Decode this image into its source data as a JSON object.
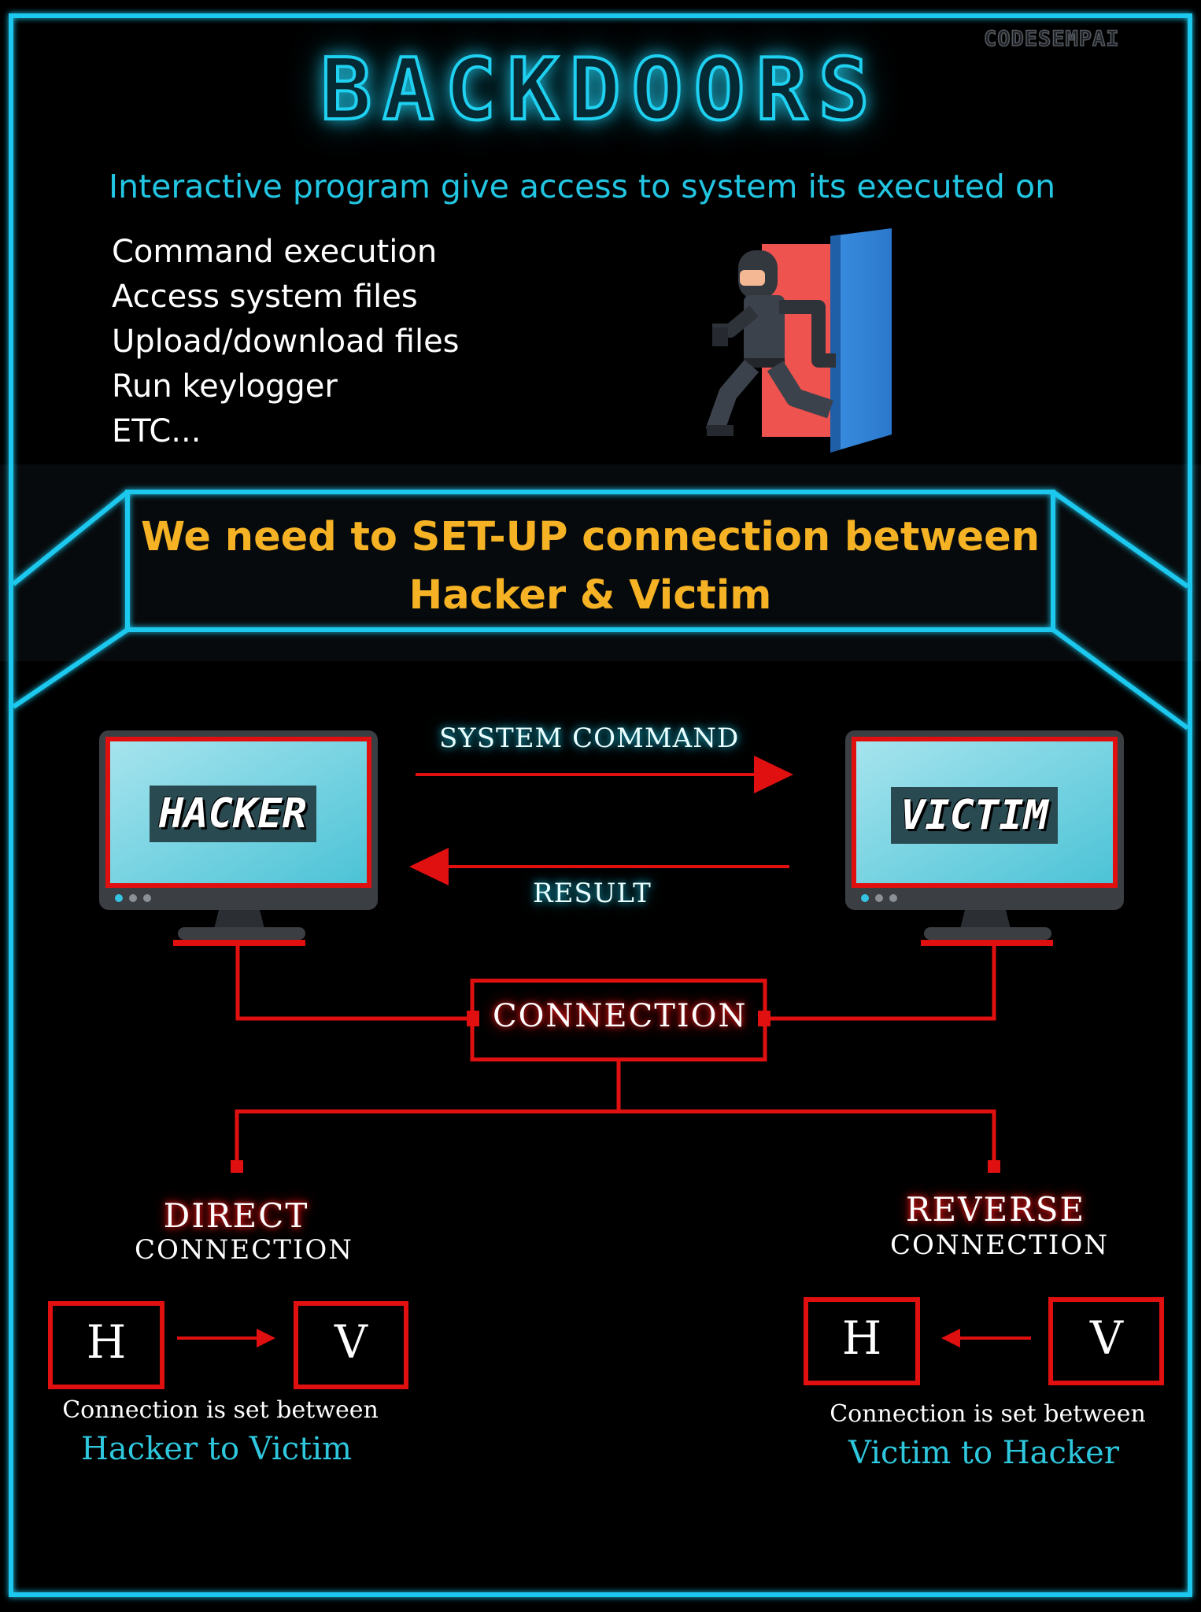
{
  "watermark": "CODESEMPAI",
  "title": "BACKDOORS",
  "subtitle": "Interactive program give access to system its executed on",
  "features": [
    "Command execution",
    "Access system files",
    "Upload/download files",
    "Run keylogger",
    "ETC..."
  ],
  "banner": {
    "line1": "We need to SET-UP connection between",
    "line2": "Hacker & Victim"
  },
  "diagram": {
    "hacker_label": "HACKER",
    "victim_label": "VICTIM",
    "command_label": "SYSTEM COMMAND",
    "result_label": "RESULT",
    "connection_label": "CONNECTION"
  },
  "direct": {
    "heading": "DIRECT",
    "subheading": "CONNECTION",
    "left_box": "H",
    "right_box": "V",
    "caption": "Connection is set between",
    "highlight": "Hacker to Victim"
  },
  "reverse": {
    "heading": "REVERSE",
    "subheading": "CONNECTION",
    "left_box": "H",
    "right_box": "V",
    "caption": "Connection is set between",
    "highlight": "Victim to Hacker"
  },
  "colors": {
    "frame": "#1ec8ee",
    "accent_red": "#e01010",
    "banner_text": "#f5b224",
    "subtitle": "#22c5e2",
    "screen": "#6fd0df"
  }
}
